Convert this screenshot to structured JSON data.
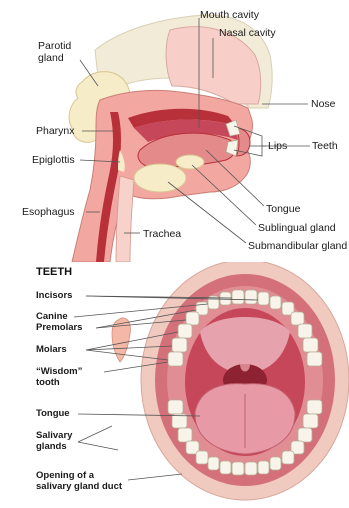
{
  "top_diagram": {
    "labels": {
      "mouth_cavity": "Mouth cavity",
      "nasal_cavity": "Nasal cavity",
      "parotid_gland": "Parotid\ngland",
      "nose": "Nose",
      "pharynx": "Pharynx",
      "lips": "Lips",
      "teeth": "Teeth",
      "epiglottis": "Epiglottis",
      "esophagus": "Esophagus",
      "tongue": "Tongue",
      "sublingual_gland": "Sublingual gland",
      "trachea": "Trachea",
      "submandibular_gland": "Submandibular gland"
    }
  },
  "bottom_diagram": {
    "title": "TEETH",
    "labels": {
      "incisors": "Incisors",
      "canine": "Canine",
      "premolars": "Premolars",
      "molars": "Molars",
      "wisdom_tooth": "“Wisdom”\ntooth",
      "tongue": "Tongue",
      "salivary_glands": "Salivary\nglands",
      "opening_duct": "Opening of a\nsalivary gland duct"
    }
  },
  "colors": {
    "flesh_pink": "#f2a8a0",
    "deep_red": "#b8303a",
    "gland_cream": "#f6ecc8",
    "bone": "#f1ebd8",
    "mouth_interior": "#c7475a",
    "tooth": "#f8f4ea",
    "leader_line": "#555555"
  }
}
